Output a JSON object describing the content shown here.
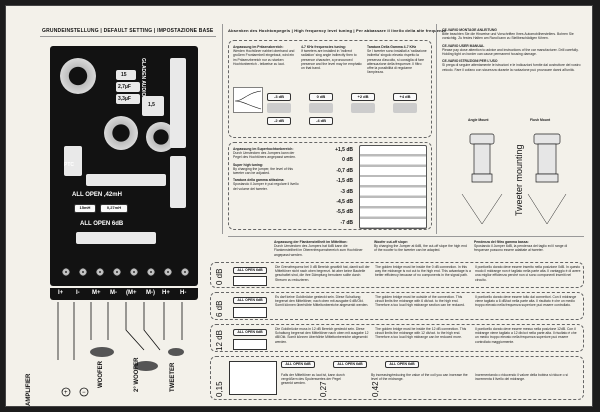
{
  "colors": {
    "paper": "#f3f1ea",
    "board": "#121212",
    "ink": "#111111"
  },
  "left_header": "GRUNDEINSTELLUNG | DEFAULT SETTING | IMPOSTAZIONE BASE",
  "mid_header": "Absenken des Hochtonpegels | High frequency level tuning | Per abbassare il livello della alte frequenze",
  "board": {
    "brand": "GLADEN AUDIO",
    "cap_values": [
      "15",
      "2,7µF",
      "3,3µF",
      "1,5"
    ],
    "ptc": "PTC",
    "all_open_mh": "ALL OPEN ,42mH",
    "mh_15": "15mH",
    "mh_027": "0,27mH",
    "all_open_db": "ALL OPEN 6dB",
    "terminals": [
      "I+",
      "I-",
      "M+",
      "M-",
      "(M+",
      "M-)",
      "H+",
      "H-"
    ]
  },
  "wiring": {
    "amplifier": "AMPLIFIER",
    "woofer": "WOOFER",
    "woofer2": "2° WOOFER",
    "tweeter": "TWEETER"
  },
  "level_section": {
    "title_de": "Anpassung im Präsenzbereich:",
    "text_de": "Werden Hochtöner nahbei oberhand und großem Frontarmbeil eingebaut, wird ein im Präsenzbereich nur zu starken Hochtonbereich - teilweise zu laut.",
    "title_en": "4-7 KHz frequencies tuning:",
    "text_en": "If tweeters are installed in 'indirect radiation' sing angle indirectly then to presence character, a pronounced presence and the level may be emphatic on that band.",
    "title_it": "Taratura Della Gamma 4-7 KHz",
    "text_it": "Se I tweeter sono installati a 'radiazione indiretta' singolo elevato rispetto la presenza d'ascolto, si consiglia di fare attenuazione della frequenze. Il filtro offre la possibilità di regolarne l'ampiezza.",
    "db_options": [
      "-3 dB",
      "0 dB",
      "+2 dB",
      "+4 dB"
    ],
    "db_options_minus": [
      "-2 dB",
      "-4 dB"
    ]
  },
  "super_high": {
    "title_de": "Anpassung im Superhochtonbereich:",
    "text_de": "Durch Umstecken des Jumpers kann der Pegel des Hochtöners angepasst werden.",
    "title_en": "Super high tuning:",
    "text_en": "By changing the jumper, the level of this tweeter can be adjusted.",
    "title_it": "Taratura della gamma altissima:",
    "text_it": "Spostando il Jumper è può regolare il livello del volume del tweeter.",
    "levels": [
      "+1,5 dB",
      "0 dB",
      "-0,7 dB",
      "-1,5 dB",
      "-3 dB",
      "-4,5 dB",
      "-5,5 dB",
      "-7 dB"
    ]
  },
  "mount": {
    "de_title": "CE-VARIO MONTAGE ANLEITUNG",
    "de_text": "Bitte beachten Sie die Hinweise und Vorschriften Ihres Automobilherstellers. Bohren Sie vorsichtig. Zu festes Halten am Rand kann zu Stellbeschädigen führen.",
    "en_title": "CE-VARIO USER MANUAL",
    "en_text": "Please pay close attention to advice and instructions of the car manufacturer. Drill carefully. Holding tight on border can cause permanent housing damage.",
    "it_title": "CE-VARIO ISTRUZIONI PER L'USO",
    "it_text": "Si prega di seguire attentamente le istruzioni e le indicazioni fornite dal costruttore del vostro veicolo. Fare il cofano con sicurezza durante la ruotazione può provocare danni all'unità.",
    "angle_mount": "Angle Mount",
    "flush_mount": "Flush Mount",
    "tweeter_mounting": "Tweeter mounting"
  },
  "crossover": {
    "title_de": "Anpassung der Flankensteilheit im Mitteltton:",
    "text_de": "Durch Umstecken des Jumpers hat 6dB kann die Flankensteilheit im Oberenfrequenzbereich zum Hochtöner angepasst werden.",
    "title_en": "Woofer cut-off slope:",
    "text_en": "By changing the Jumper at 6dB, the cut-off slope the high end of the woofer to the tweeter can be adapted.",
    "title_it": "Pendenza del filtro gamma bassa:",
    "text_it": "Spostando il Jumper 6dB, la pendenza del taglio ed il range di frequenze possono essere adattate al tweeter.",
    "rows": [
      {
        "db": "0 dB",
        "de": "Die Grenzfrequenz bei 0 dB Bereich gewählt hat, damit soll der Mitteltöner nicht nach oben begrenzt. Ist aber keine Bauteile geschaltet sind, die ihre Dämpfung benutzen sollte durch Streuen zu reduzieren.",
        "en": "The golden bridge must be inside the 0 dB connection. In this way the midrange is not cut to the high end. This advantage is a better efficiency because of no components in the signal path.",
        "it": "Il ponticello dorato deve essere inserito nella posizione 0dB. In questo modo il midrange non è tagliato nella parte alta. Il vantaggio è di avere una miglior efficienza perché non ci sono componenti inseriti nel circuito."
      },
      {
        "db": "6 dB",
        "de": "Es darf keine Goldbrücke gesteckt sein. Diese Schaltung begrenzt den Mitteltöner, nach oben mit ausgabe 6 dB/Okt. Somit können überhöhte Mitteltonbereiche abgesenkt werden.",
        "en": "The golden bridge must be outside of the connection. This circuit limits the midrange with 6 db/oct. to the high end. Therefore a too loud high midrange section can be reduced.",
        "it": "Il ponticello dorato deve essere tolto dai connettori. Con il midrange viene tagliato a 6 dB/oct nella parte alta. Il risultato è che un medio troppo elevato nella frequenza superiore può essere controllato."
      },
      {
        "db": "12 dB",
        "de": "Die Goldbrücke muss in 12 dB Bereich gesteckt sein. Diese Schaltung begrenzt den Mitteltöner nach oben mit ausgabe 12 dB/Okt. Somit können überhöhte Mitteltonbereiche abgesenkt werden.",
        "en": "The golden bridge must be inside the 12 dB connection. This circuit limits the midrange with 12 db/oct. to the high end. Therefore a too loud high midrange can be reduced more.",
        "it": "Il ponticello dorato deve essere messo nella posizione 12dB. Con il midrange viene tagliato a 12 db/oct nella parte alta. Il risultato è che un medio troppo elevato nella frequenza superiore può essere controllato maggiormente."
      }
    ],
    "jumper_labels": [
      "ALL OPEN 6dB",
      "ALL OPEN 6dB",
      "ALL OPEN 6dB"
    ],
    "mh_values": [
      "0,15",
      "0,27",
      "0,42"
    ],
    "bottom_de": "Falls der Mitteltöner zu laut ist, kann durch vergrößern des Spulenwertes der Pegel gesenkt werden.",
    "bottom_en": "By increasing/reducing the value of the coil you can increase the level of the midrange.",
    "bottom_it": "Incrementando o riducendo il valore della bobina si riduce o si incrementa il livello del midrange."
  }
}
